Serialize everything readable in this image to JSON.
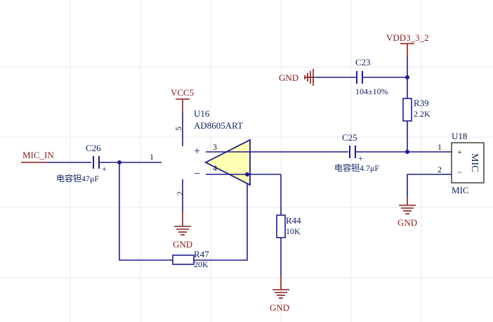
{
  "net_labels": {
    "mic_in": "MIC_IN",
    "vcc5": "VCC5",
    "vdd": "VDD3_3_2",
    "gnd": "GND"
  },
  "opamp": {
    "ref": "U16",
    "value": "AD8605ART",
    "pin_plus": "+",
    "pin_minus": "−",
    "pin1": "1",
    "pin2": "2",
    "pin3": "3",
    "pin4": "4",
    "pin5": "5"
  },
  "c26": {
    "ref": "C26",
    "value": "电容钽47μF",
    "polarity": "+"
  },
  "c25": {
    "ref": "C25",
    "value": "电容钽4.7μF",
    "polarity": "+"
  },
  "c23": {
    "ref": "C23",
    "value": "104±10%"
  },
  "r39": {
    "ref": "R39",
    "value": "2.2K"
  },
  "r44": {
    "ref": "R44",
    "value": "10K"
  },
  "r47": {
    "ref": "R47",
    "value": "20K"
  },
  "mic": {
    "ref": "U18",
    "label": "MIC",
    "body_text": "MIC",
    "plus": "+",
    "minus": "−",
    "pin1": "1",
    "pin2": "2"
  },
  "colors": {
    "wire": "#1d1d8c",
    "power": "#8b1a1a",
    "opamp_fill": "#ffffb4",
    "text": "#0b1f5e"
  }
}
